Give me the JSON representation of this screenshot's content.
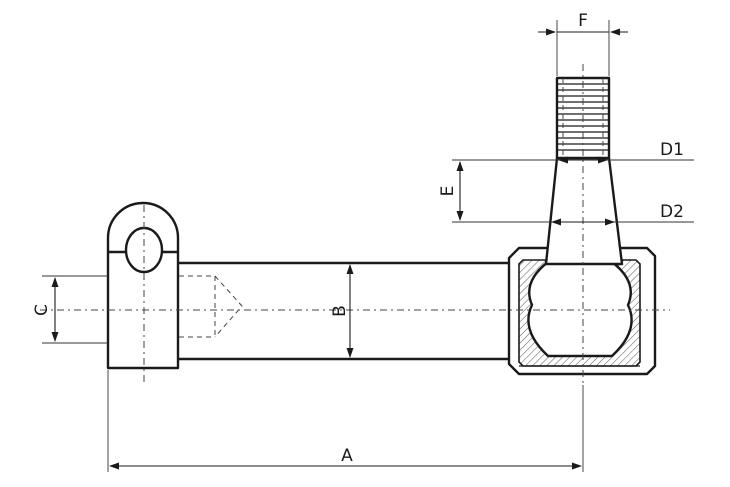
{
  "dimensions": {
    "a": "A",
    "b": "B",
    "c": "C",
    "d1": "D1",
    "d2": "D2",
    "e": "E",
    "f": "F"
  },
  "colors": {
    "line": "#1a1a1a",
    "background": "#ffffff"
  }
}
